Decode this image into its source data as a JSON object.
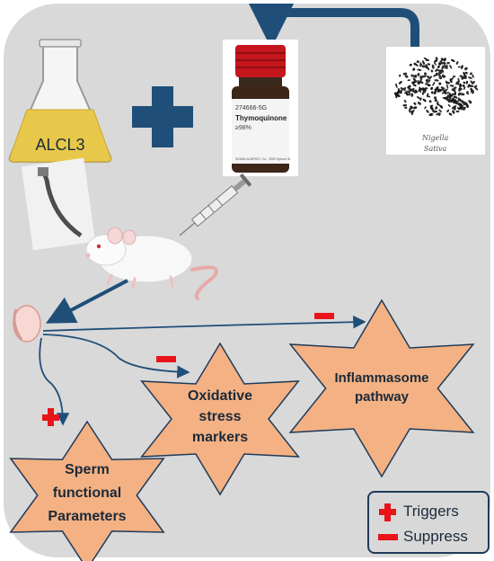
{
  "flask": {
    "label": "ALCL3",
    "liquid_color": "#e8c84a"
  },
  "bottle": {
    "line1": "274666-5G",
    "line2": "Thymoquinone",
    "line3": "≥98%",
    "line4": "SIGMA-ALDRICH, Co., 3050 Spruce St",
    "cap_color": "#c4161c"
  },
  "seeds": {
    "line1": "Nigella",
    "line2": "Sativa"
  },
  "outcomes": [
    {
      "line1": "Inflammasome",
      "line2": "pathway",
      "effect": "suppress"
    },
    {
      "line1": "Oxidative",
      "line2": "stress",
      "line3": "markers",
      "effect": "suppress"
    },
    {
      "line1": "Sperm",
      "line2": "functional",
      "line3": "Parameters",
      "effect": "trigger"
    }
  ],
  "legend": {
    "trigger_label": "Triggers",
    "suppress_label": "Suppress"
  },
  "colors": {
    "background_panel": "#d9d9d9",
    "star_fill": "#f4b183",
    "star_stroke": "#1f3b5a",
    "arrow_blue": "#1f4e79",
    "sign_red": "#e8141a"
  }
}
